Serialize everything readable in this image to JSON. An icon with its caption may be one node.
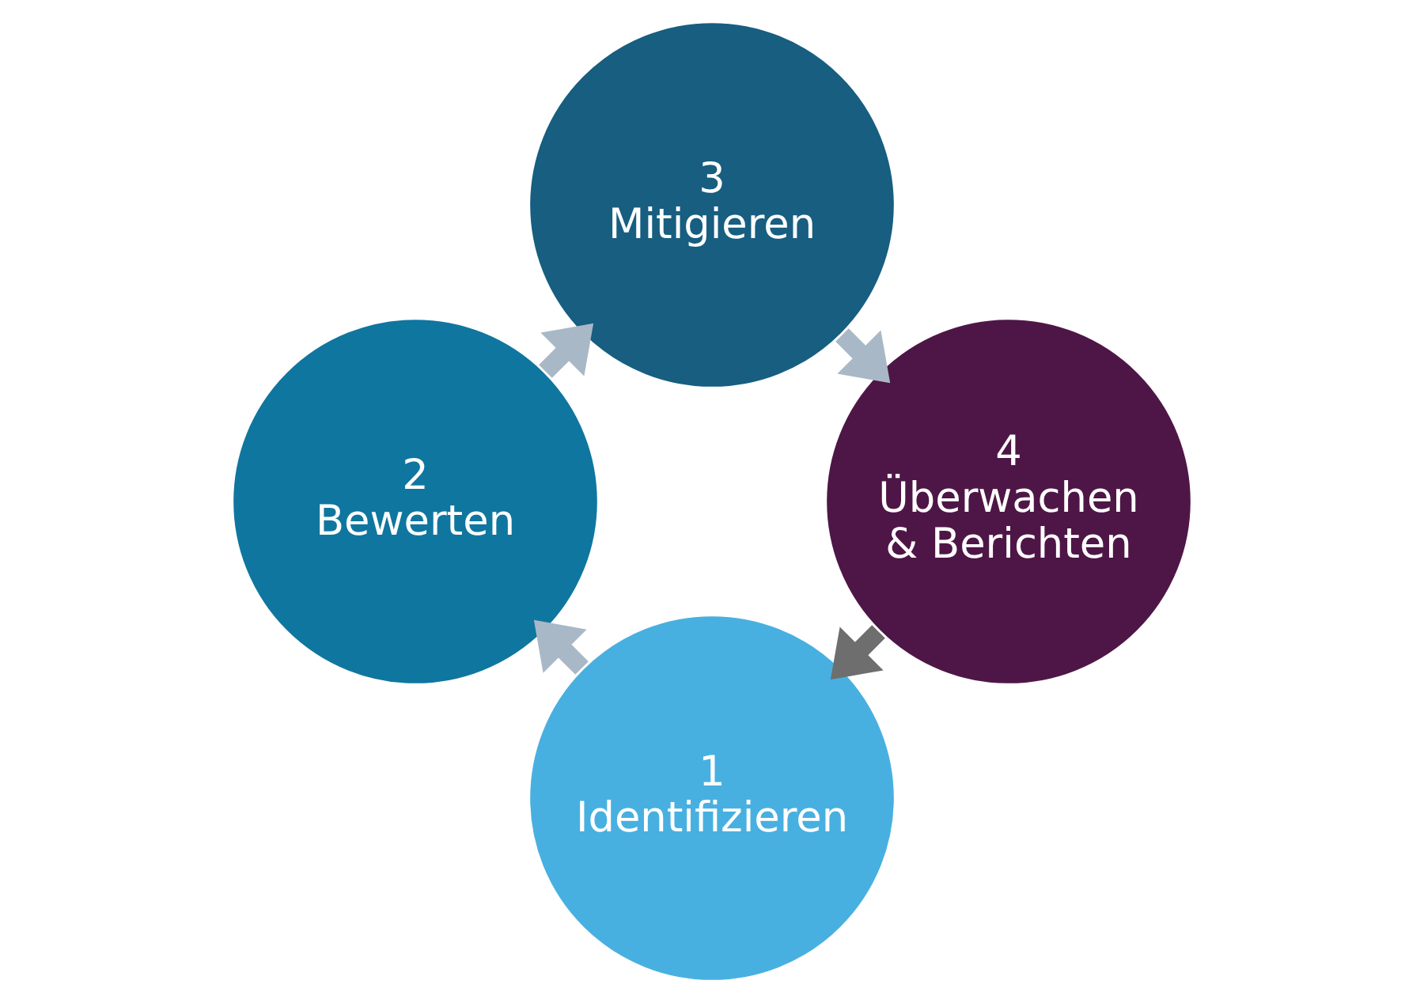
{
  "diagram": {
    "nodes": [
      {
        "text": [
          "1",
          "Identifizieren"
        ]
      },
      {
        "text": [
          "2",
          "Bewerten"
        ]
      },
      {
        "text": [
          "3",
          "Mitigieren"
        ]
      },
      {
        "text": [
          "4",
          "Überwachen & Berichten"
        ]
      }
    ],
    "edges": [
      {
        "from": 0,
        "to": 1,
        "arrow": "to"
      },
      {
        "from": 1,
        "to": 2,
        "arrow": "to"
      },
      {
        "from": 2,
        "to": 3,
        "arrow": "to"
      },
      {
        "from": 3,
        "to": 0,
        "arrow": "to",
        "color": "#6e6e6e"
      }
    ]
  }
}
